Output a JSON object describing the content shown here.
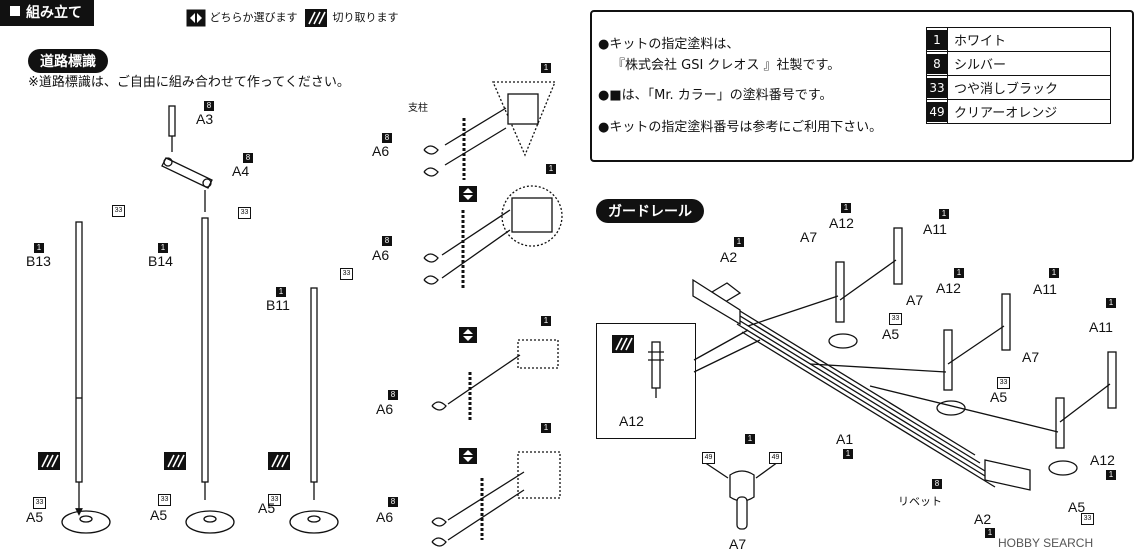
{
  "header": {
    "title": "組み立て"
  },
  "legend": {
    "choose_label": "どちらか選びます",
    "cut_label": "切り取ります"
  },
  "road_signs": {
    "title": "道路標識",
    "note": "※道路標識は、ご自由に組み合わせて作ってください。",
    "support_label": "支柱"
  },
  "guardrail": {
    "title": "ガードレール",
    "rivet_label": "リベット"
  },
  "paint_notes": [
    "●キットの指定塗料は、",
    "『株式会社 GSI クレオス 』社製です。",
    "●■は、「Mr. カラー」の塗料番号です。",
    "●キットの指定塗料番号は参考にご利用下さい。"
  ],
  "paints": [
    {
      "num": "1",
      "name": "ホワイト"
    },
    {
      "num": "8",
      "name": "シルバー"
    },
    {
      "num": "33",
      "name": "つや消しブラック"
    },
    {
      "num": "49",
      "name": "クリアーオレンジ"
    }
  ],
  "parts": {
    "A3": "A3",
    "A4": "A4",
    "B13": "B13",
    "B14": "B14",
    "B11": "B11",
    "A5": "A5",
    "A6": "A6",
    "A7": "A7",
    "A12": "A12",
    "A11": "A11",
    "A2": "A2",
    "A1": "A1"
  },
  "colors": {
    "ink": "#111111",
    "background": "#ffffff"
  },
  "watermark": "HOBBY SEARCH"
}
